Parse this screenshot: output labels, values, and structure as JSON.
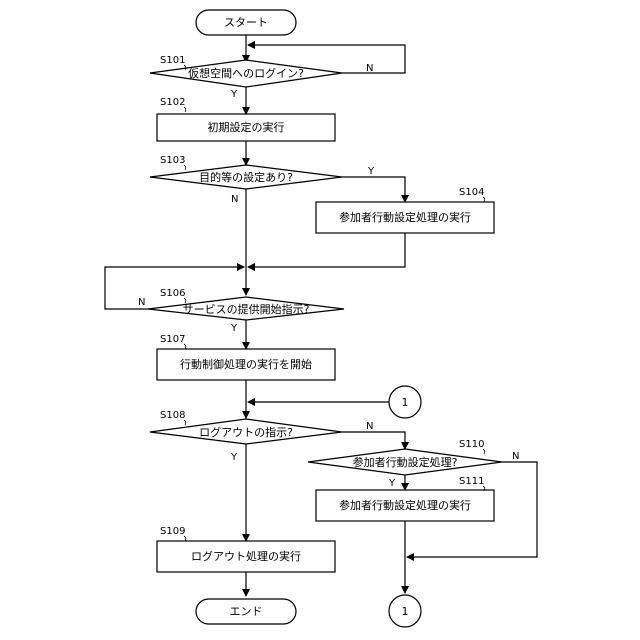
{
  "flowchart": {
    "terminals": {
      "start": "スタート",
      "end": "エンド"
    },
    "steps": {
      "s101": {
        "id": "S101",
        "label": "仮想空間へのログイン?"
      },
      "s102": {
        "id": "S102",
        "label": "初期設定の実行"
      },
      "s103": {
        "id": "S103",
        "label": "目的等の設定あり?"
      },
      "s104": {
        "id": "S104",
        "label": "参加者行動設定処理の実行"
      },
      "s106": {
        "id": "S106",
        "label": "サービスの提供開始指示?"
      },
      "s107": {
        "id": "S107",
        "label": "行動制御処理の実行を開始"
      },
      "s108": {
        "id": "S108",
        "label": "ログアウトの指示?"
      },
      "s109": {
        "id": "S109",
        "label": "ログアウト処理の実行"
      },
      "s110": {
        "id": "S110",
        "label": "参加者行動設定処理?"
      },
      "s111": {
        "id": "S111",
        "label": "参加者行動設定処理の実行"
      }
    },
    "connector": "1",
    "yes": "Y",
    "no": "N"
  }
}
